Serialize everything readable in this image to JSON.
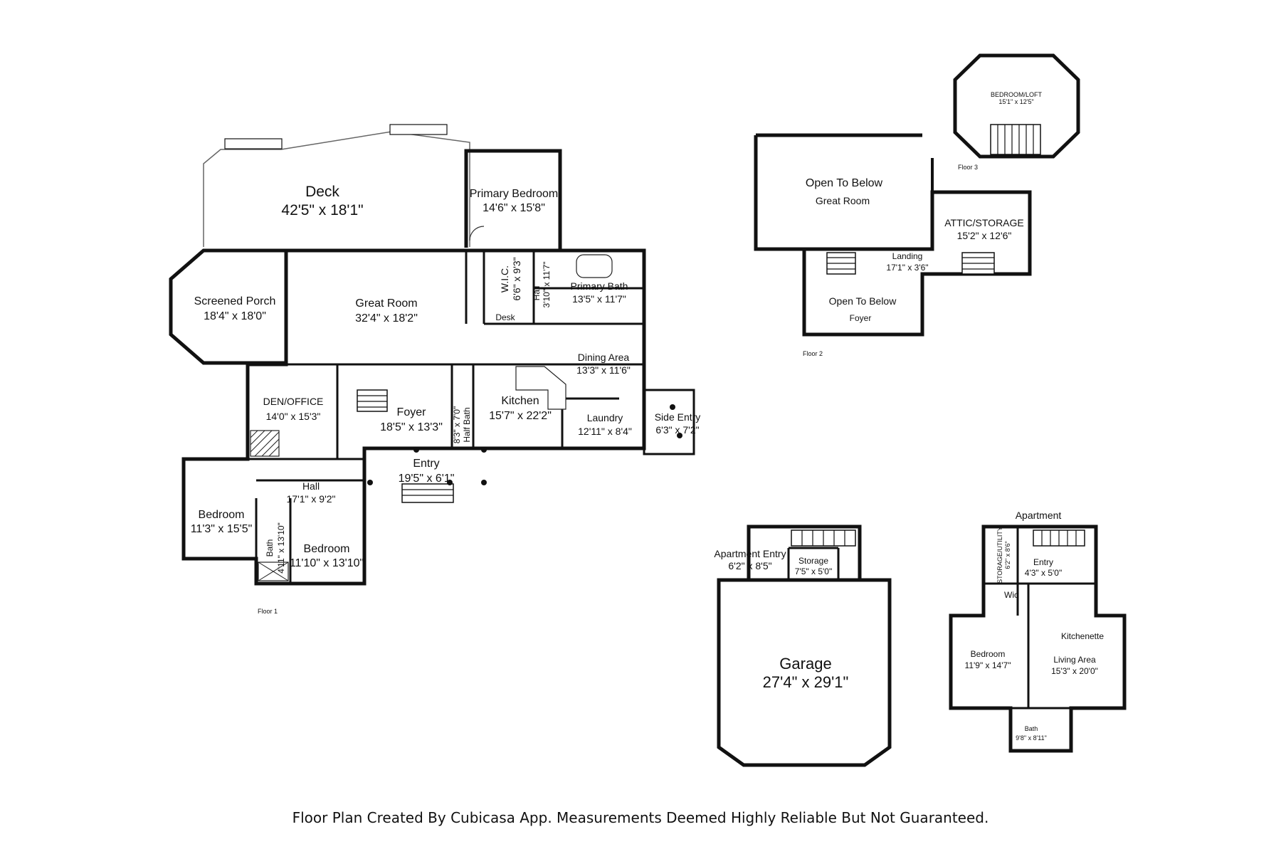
{
  "floor1": {
    "label": "Floor 1",
    "rooms": {
      "deck": {
        "name": "Deck",
        "dims": "42'5\" x 18'1\""
      },
      "primary_bedroom": {
        "name": "Primary Bedroom",
        "dims": "14'6\" x 15'8\""
      },
      "screened_porch": {
        "name": "Screened Porch",
        "dims": "18'4\" x 18'0\""
      },
      "great_room": {
        "name": "Great Room",
        "dims": "32'4\" x 18'2\""
      },
      "wic": {
        "name": "W.I.C.",
        "dims": "6'6\" x 9'3\""
      },
      "hall_small": {
        "name": "Hall",
        "dims": "3'10\" x 11'7\""
      },
      "primary_bath": {
        "name": "Primary Bath",
        "dims": "13'5\" x 11'7\""
      },
      "desk": {
        "name": "Desk"
      },
      "dining_area": {
        "name": "Dining Area",
        "dims": "13'3\" x 11'6\""
      },
      "den_office": {
        "name": "DEN/OFFICE",
        "dims": "14'0\" x 15'3\""
      },
      "foyer": {
        "name": "Foyer",
        "dims": "18'5\" x 13'3\""
      },
      "half_bath": {
        "name": "Half Bath",
        "dims": "8'3\" x 7'0\""
      },
      "kitchen": {
        "name": "Kitchen",
        "dims": "15'7\" x 22'2\""
      },
      "laundry": {
        "name": "Laundry",
        "dims": "12'11\" x 8'4\""
      },
      "side_entry": {
        "name": "Side Entry",
        "dims": "6'3\" x 7'2\""
      },
      "entry": {
        "name": "Entry",
        "dims": "19'5\" x 6'1\""
      },
      "hall": {
        "name": "Hall",
        "dims": "17'1\" x 9'2\""
      },
      "bedroom_left": {
        "name": "Bedroom",
        "dims": "11'3\" x 15'5\""
      },
      "bath": {
        "name": "Bath",
        "dims": "4'11\" x 13'10\""
      },
      "bedroom_right": {
        "name": "Bedroom",
        "dims": "11'10\" x 13'10\""
      }
    }
  },
  "floor2": {
    "label": "Floor 2",
    "rooms": {
      "open_to_below_great": {
        "name": "Open To Below",
        "sub": "Great Room"
      },
      "attic": {
        "name": "ATTIC/STORAGE",
        "dims": "15'2\" x 12'6\""
      },
      "landing": {
        "name": "Landing",
        "dims": "17'1\" x 3'6\""
      },
      "open_to_below_foyer": {
        "name": "Open To Below",
        "sub": "Foyer"
      }
    }
  },
  "floor3": {
    "label": "Floor 3",
    "rooms": {
      "bedroom_loft": {
        "name": "BEDROOM/LOFT",
        "dims": "15'1\" x 12'5\""
      }
    }
  },
  "garage_level": {
    "rooms": {
      "apartment_entry": {
        "name": "Apartment Entry",
        "dims": "6'2\" x 8'5\""
      },
      "storage": {
        "name": "Storage",
        "dims": "7'5\" x 5'0\""
      },
      "garage": {
        "name": "Garage",
        "dims": "27'4\" x 29'1\""
      }
    }
  },
  "apartment": {
    "title": "Apartment",
    "rooms": {
      "storage_utility": {
        "name": "STORAGE/UTILITY",
        "dims": "6'2\" x 8'6\""
      },
      "entry": {
        "name": "Entry",
        "dims": "4'3\" x 5'0\""
      },
      "wic": {
        "name": "Wic"
      },
      "kitchenette": {
        "name": "Kitchenette"
      },
      "bedroom": {
        "name": "Bedroom",
        "dims": "11'9\" x 14'7\""
      },
      "living_area": {
        "name": "Living Area",
        "dims": "15'3\" x 20'0\""
      },
      "bath": {
        "name": "Bath",
        "dims": "9'8\" x 8'11\""
      }
    }
  },
  "footer": {
    "disclaimer": "Floor Plan Created By Cubicasa App. Measurements Deemed Highly Reliable But Not Guaranteed."
  }
}
